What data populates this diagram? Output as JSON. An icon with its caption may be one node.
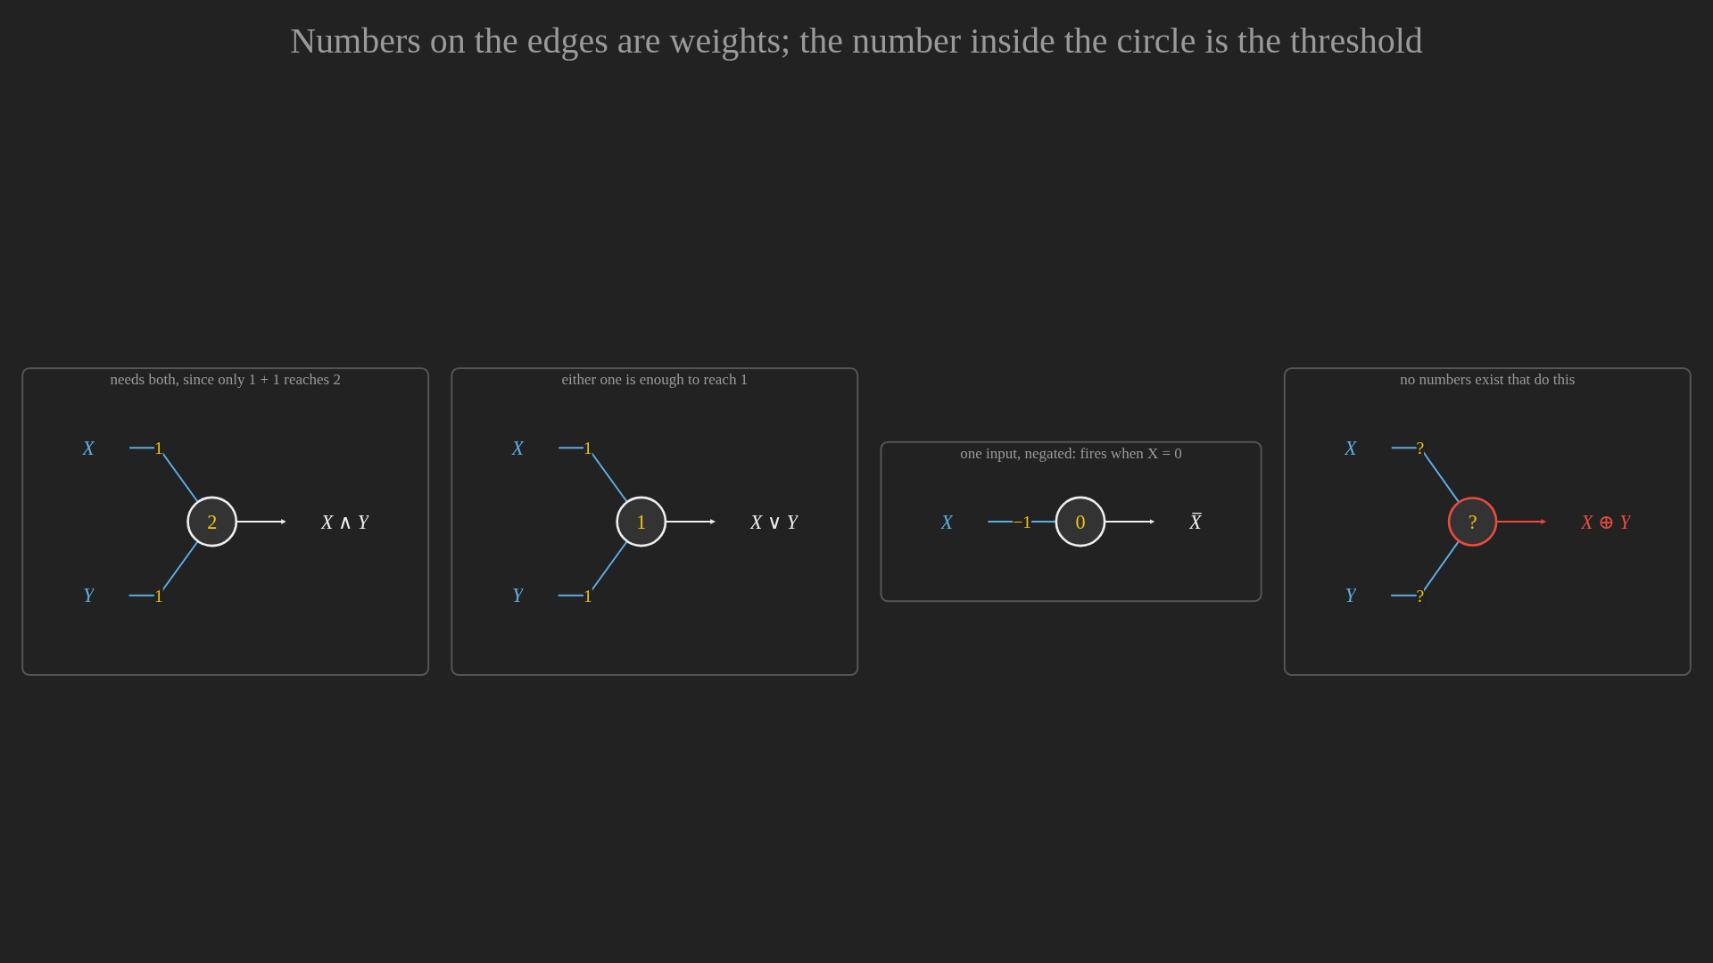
{
  "diagram": {
    "title": "Numbers on the edges are weights; the number inside the circle is the threshold",
    "nodes": [
      {
        "text": [
          "needs both, since only 1 + 1 reaches 2"
        ]
      },
      {
        "text": [
          "X"
        ],
        "in": 0
      },
      {
        "text": [
          "Y"
        ],
        "in": 0
      },
      {
        "text": [
          "2"
        ],
        "in": 0
      },
      {
        "text": [
          "X ∧ Y"
        ],
        "in": 0
      },
      {
        "text": [
          "either one is enough to reach 1"
        ]
      },
      {
        "text": [
          "X"
        ],
        "in": 5
      },
      {
        "text": [
          "Y"
        ],
        "in": 5
      },
      {
        "text": [
          "1"
        ],
        "in": 5
      },
      {
        "text": [
          "X ∨ Y"
        ],
        "in": 5
      },
      {
        "text": [
          "one input, negated: fires when X = 0"
        ]
      },
      {
        "text": [
          "X"
        ],
        "in": 10
      },
      {
        "text": [
          "0"
        ],
        "in": 10
      },
      {
        "text": [
          "X̅"
        ],
        "in": 10
      },
      {
        "text": [
          "no numbers exist that do this"
        ]
      },
      {
        "text": [
          "X"
        ],
        "in": 14
      },
      {
        "text": [
          "Y"
        ],
        "in": 14
      },
      {
        "text": [
          "?"
        ],
        "in": 14
      },
      {
        "text": [
          "X ⊕ Y"
        ],
        "in": 14
      }
    ],
    "edges": [
      {
        "from": 1,
        "to": 3,
        "arrow": "none",
        "label": "1"
      },
      {
        "from": 2,
        "to": 3,
        "arrow": "none",
        "label": "1"
      },
      {
        "from": 3,
        "to": 4,
        "arrow": "to",
        "color": "#eeeeee"
      },
      {
        "from": 6,
        "to": 8,
        "arrow": "none",
        "label": "1"
      },
      {
        "from": 7,
        "to": 8,
        "arrow": "none",
        "label": "1"
      },
      {
        "from": 8,
        "to": 9,
        "arrow": "to",
        "color": "#eeeeee"
      },
      {
        "from": 11,
        "to": 12,
        "arrow": "none",
        "label": "−1"
      },
      {
        "from": 12,
        "to": 13,
        "arrow": "to",
        "color": "#eeeeee"
      },
      {
        "from": 15,
        "to": 17,
        "arrow": "none",
        "label": "?"
      },
      {
        "from": 16,
        "to": 17,
        "arrow": "none",
        "label": "?"
      },
      {
        "from": 17,
        "to": 18,
        "arrow": "to",
        "color": "#e74c3c"
      }
    ]
  }
}
